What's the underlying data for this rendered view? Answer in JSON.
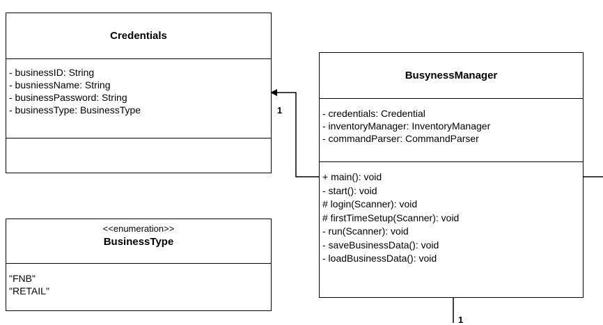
{
  "credentials": {
    "name": "Credentials",
    "attributes": [
      "- businessID: String",
      "- busniessName: String",
      "- businessPassword: String",
      "- businessType: BusinessType"
    ]
  },
  "business_type": {
    "stereotype": "<<enumeration>>",
    "name": "BusinessType",
    "values": [
      "\"FNB\"",
      "\"RETAIL\""
    ]
  },
  "busyness_manager": {
    "name": "BusynessManager",
    "attributes": [
      "- credentials: Credential",
      "- inventoryManager: InventoryManager",
      "- commandParser: CommandParser"
    ],
    "methods": [
      "+ main(): void",
      "- start(): void",
      "# login(Scanner): void",
      "# firstTimeSetup(Scanner): void",
      "- run(Scanner): void",
      "- saveBusinessData(): void",
      "- loadBusinessData(): void"
    ]
  },
  "multiplicities": {
    "credentials_end": "1",
    "bottom_end": "1"
  },
  "colors": {
    "line": "#000000",
    "background": "#ffffff"
  }
}
